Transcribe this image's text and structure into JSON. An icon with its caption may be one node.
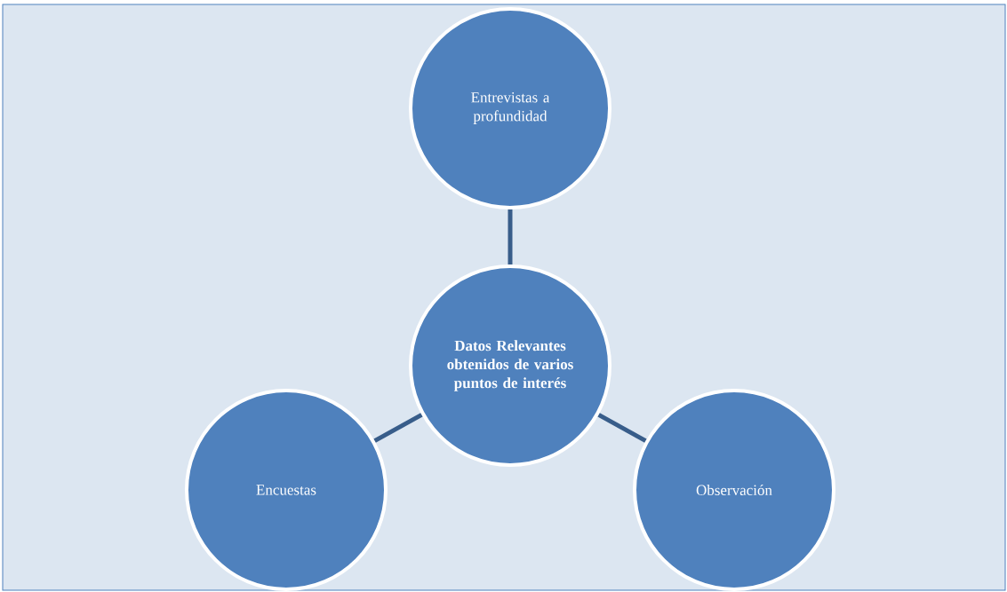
{
  "diagram": {
    "nodes": [
      {
        "text": [
          "Entrevistas a profundidad"
        ]
      },
      {
        "text": [
          "Datos Relevantes obtenidos de varios puntos de interés"
        ]
      },
      {
        "text": [
          "Encuestas"
        ]
      },
      {
        "text": [
          "Observación"
        ]
      }
    ],
    "edges": [
      {
        "from": 1,
        "to": 0,
        "arrow": "none"
      },
      {
        "from": 1,
        "to": 2,
        "arrow": "none"
      },
      {
        "from": 1,
        "to": 3,
        "arrow": "none"
      }
    ]
  }
}
